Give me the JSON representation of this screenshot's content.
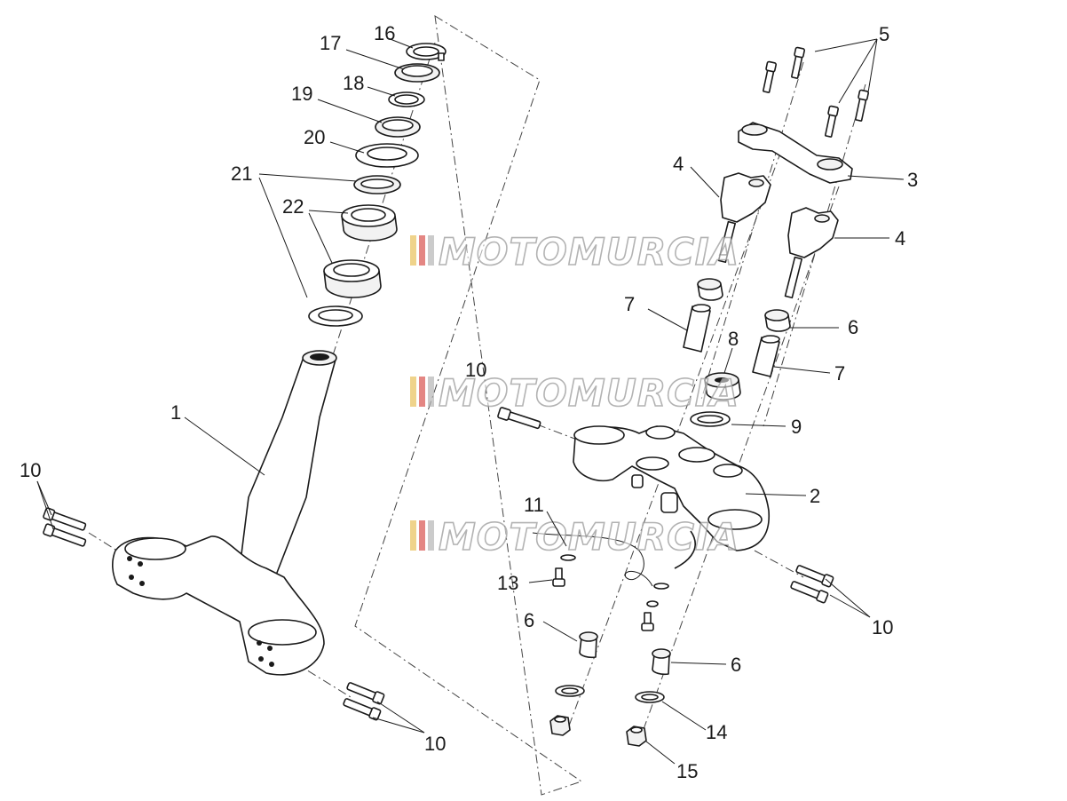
{
  "diagram": {
    "watermark": "MOTOMURCIA",
    "watermark_colors": [
      "#e8c15a",
      "#d9534f",
      "#b5b5b5"
    ],
    "callouts": [
      {
        "id": "c16",
        "label": "16"
      },
      {
        "id": "c17",
        "label": "17"
      },
      {
        "id": "c18",
        "label": "18"
      },
      {
        "id": "c19",
        "label": "19"
      },
      {
        "id": "c20",
        "label": "20"
      },
      {
        "id": "c21",
        "label": "21"
      },
      {
        "id": "c22",
        "label": "22"
      },
      {
        "id": "c1",
        "label": "1"
      },
      {
        "id": "c10a",
        "label": "10"
      },
      {
        "id": "c10b",
        "label": "10"
      },
      {
        "id": "c10c",
        "label": "10"
      },
      {
        "id": "c10d",
        "label": "10"
      },
      {
        "id": "c5",
        "label": "5"
      },
      {
        "id": "c3",
        "label": "3"
      },
      {
        "id": "c4a",
        "label": "4"
      },
      {
        "id": "c4b",
        "label": "4"
      },
      {
        "id": "c7a",
        "label": "7"
      },
      {
        "id": "c6a",
        "label": "6"
      },
      {
        "id": "c8",
        "label": "8"
      },
      {
        "id": "c7b",
        "label": "7"
      },
      {
        "id": "c9",
        "label": "9"
      },
      {
        "id": "c2",
        "label": "2"
      },
      {
        "id": "c11",
        "label": "11"
      },
      {
        "id": "c13",
        "label": "13"
      },
      {
        "id": "c6b",
        "label": "6"
      },
      {
        "id": "c6c",
        "label": "6"
      },
      {
        "id": "c14",
        "label": "14"
      },
      {
        "id": "c15",
        "label": "15"
      }
    ]
  }
}
